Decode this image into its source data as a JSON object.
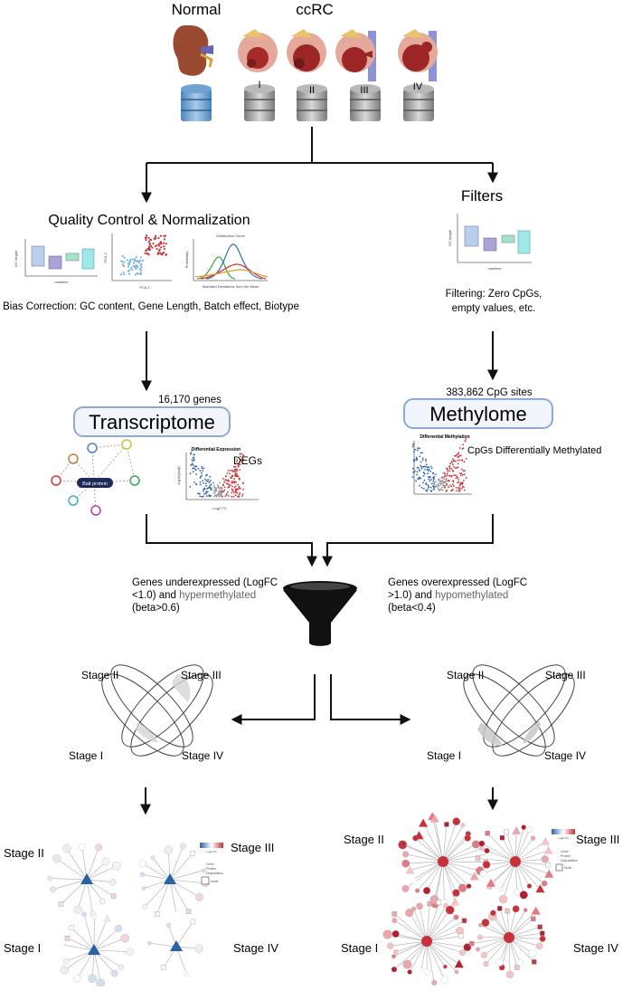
{
  "header": {
    "normal_label": "Normal",
    "ccrc_label": "ccRC"
  },
  "stages_roman": [
    "I",
    "II",
    "III",
    "IV"
  ],
  "left_branch": {
    "title": "Quality Control & Normalization",
    "bias_text": "Bias Correction: GC content, Gene Length, Batch effect, Biotype",
    "count_label": "16,170 genes",
    "box_title": "Transcriptome",
    "node_label": "Bait protein",
    "volcano_title": "Differential Expression",
    "volcano_ylabel": "-log10(padj)",
    "volcano_xlabel": "Log2 FC",
    "degs_label": "DEGs",
    "mini_chart_title": "Distribution Curve",
    "mini_chart_xlabel": "Standard Deviations from the Mean",
    "mini_chart_ylabel": "Probability",
    "boxplot_ylabel": "GC length",
    "boxplot_xlabel": "mastime",
    "pca_xlabel": "PCA 1",
    "pca_ylabel": "PCA 2"
  },
  "right_branch": {
    "title": "Filters",
    "filter_text_line1": "Filtering: Zero CpGs,",
    "filter_text_line2": "empty values, etc.",
    "count_label": "383,862 CpG sites",
    "box_title": "Methylome",
    "volcano_title": "Differential Methylation",
    "cpgs_label": "CpGs Differentially Methylated",
    "boxplot_ylabel": "GC length",
    "boxplot_xlabel": "mastime"
  },
  "funnel": {
    "left_line1": "Genes underexpressed (LogFC",
    "left_line2_a": "<1.0) and ",
    "left_line2_b": "hypermethylated",
    "left_line3": "(beta>0.6)",
    "right_line1": "Genes overexpressed (LogFC",
    "right_line2_a": ">1.0) and ",
    "right_line2_b": "hypomethylated",
    "right_line3": "(beta<0.4)"
  },
  "venn_labels": {
    "stage1": "Stage I",
    "stage2": "Stage II",
    "stage3": "Stage III",
    "stage4": "Stage IV"
  },
  "network_labels": {
    "stage1": "Stage I",
    "stage2": "Stage II",
    "stage3": "Stage III",
    "stage4": "Stage IV"
  },
  "legend": {
    "title": "Log2 FC",
    "items": [
      "Gene",
      "Protein",
      "Degradation",
      "Node"
    ]
  },
  "colors": {
    "blue_accent": "#2a62a8",
    "red_accent": "#c8303a",
    "arrow": "#111111",
    "box_border": "#8fa9d6",
    "box_fill": "#f2f6fc",
    "venn_fill": "#d4d4d4"
  }
}
